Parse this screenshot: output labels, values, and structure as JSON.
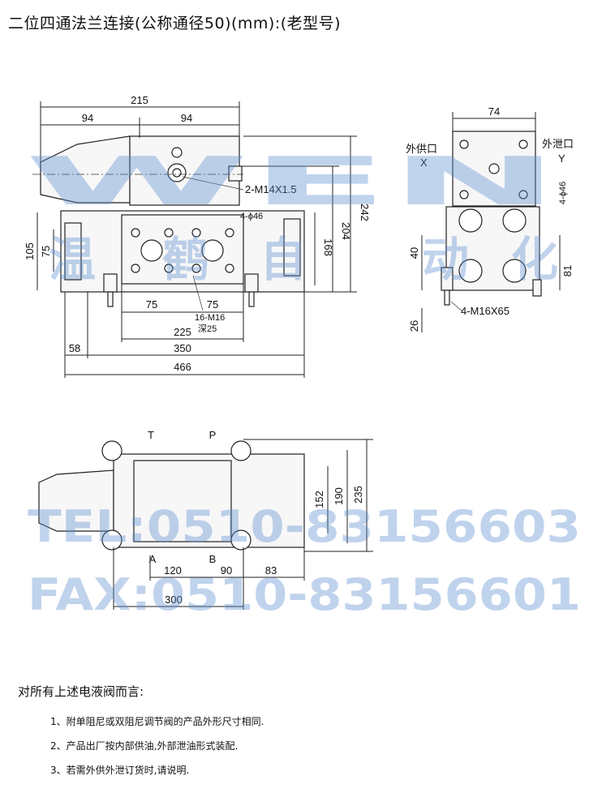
{
  "title": "二位四通法兰连接(公称通径50)(mm):(老型号)",
  "watermark": {
    "logo": "WEN",
    "logo_cn": [
      "温",
      "鹤",
      "自",
      "动",
      "化"
    ],
    "tel": "TEL:0510-83156603",
    "fax": "FAX:0510-83156601"
  },
  "front_view": {
    "dims": {
      "d215": "215",
      "d94a": "94",
      "d94b": "94",
      "d242": "242",
      "d204": "204",
      "d168": "168",
      "d105": "105",
      "d75v": "75",
      "d75a": "75",
      "d75b": "75",
      "d225": "225",
      "d350": "350",
      "d58": "58",
      "d466": "466"
    },
    "labels": {
      "thread": "2-M14X1.5",
      "holes": "4-ϕ46",
      "bolts": "16-M16",
      "depth": "深25"
    }
  },
  "side_view": {
    "dims": {
      "d74": "74",
      "d40": "40",
      "d81": "81",
      "d26": "26"
    },
    "labels": {
      "ext_supply": "外供口",
      "ext_supply_port": "X",
      "ext_drain": "外泄口",
      "ext_drain_port": "Y",
      "holes": "4-ϕ46",
      "bolts": "4-M16X65"
    }
  },
  "bottom_view": {
    "ports": {
      "t": "T",
      "p": "P",
      "a": "A",
      "b": "B"
    },
    "dims": {
      "d152": "152",
      "d190": "190",
      "d235": "235",
      "d120": "120",
      "d90": "90",
      "d83": "83",
      "d300": "300"
    }
  },
  "notes": {
    "heading": "对所有上述电液阀而言:",
    "items": [
      "1、附单阻尼或双阻尼调节阀的产品外形尺寸相同.",
      "2、产品出厂按内部供油,外部泄油形式装配.",
      "3、若需外供外泄订货时,请说明."
    ]
  }
}
